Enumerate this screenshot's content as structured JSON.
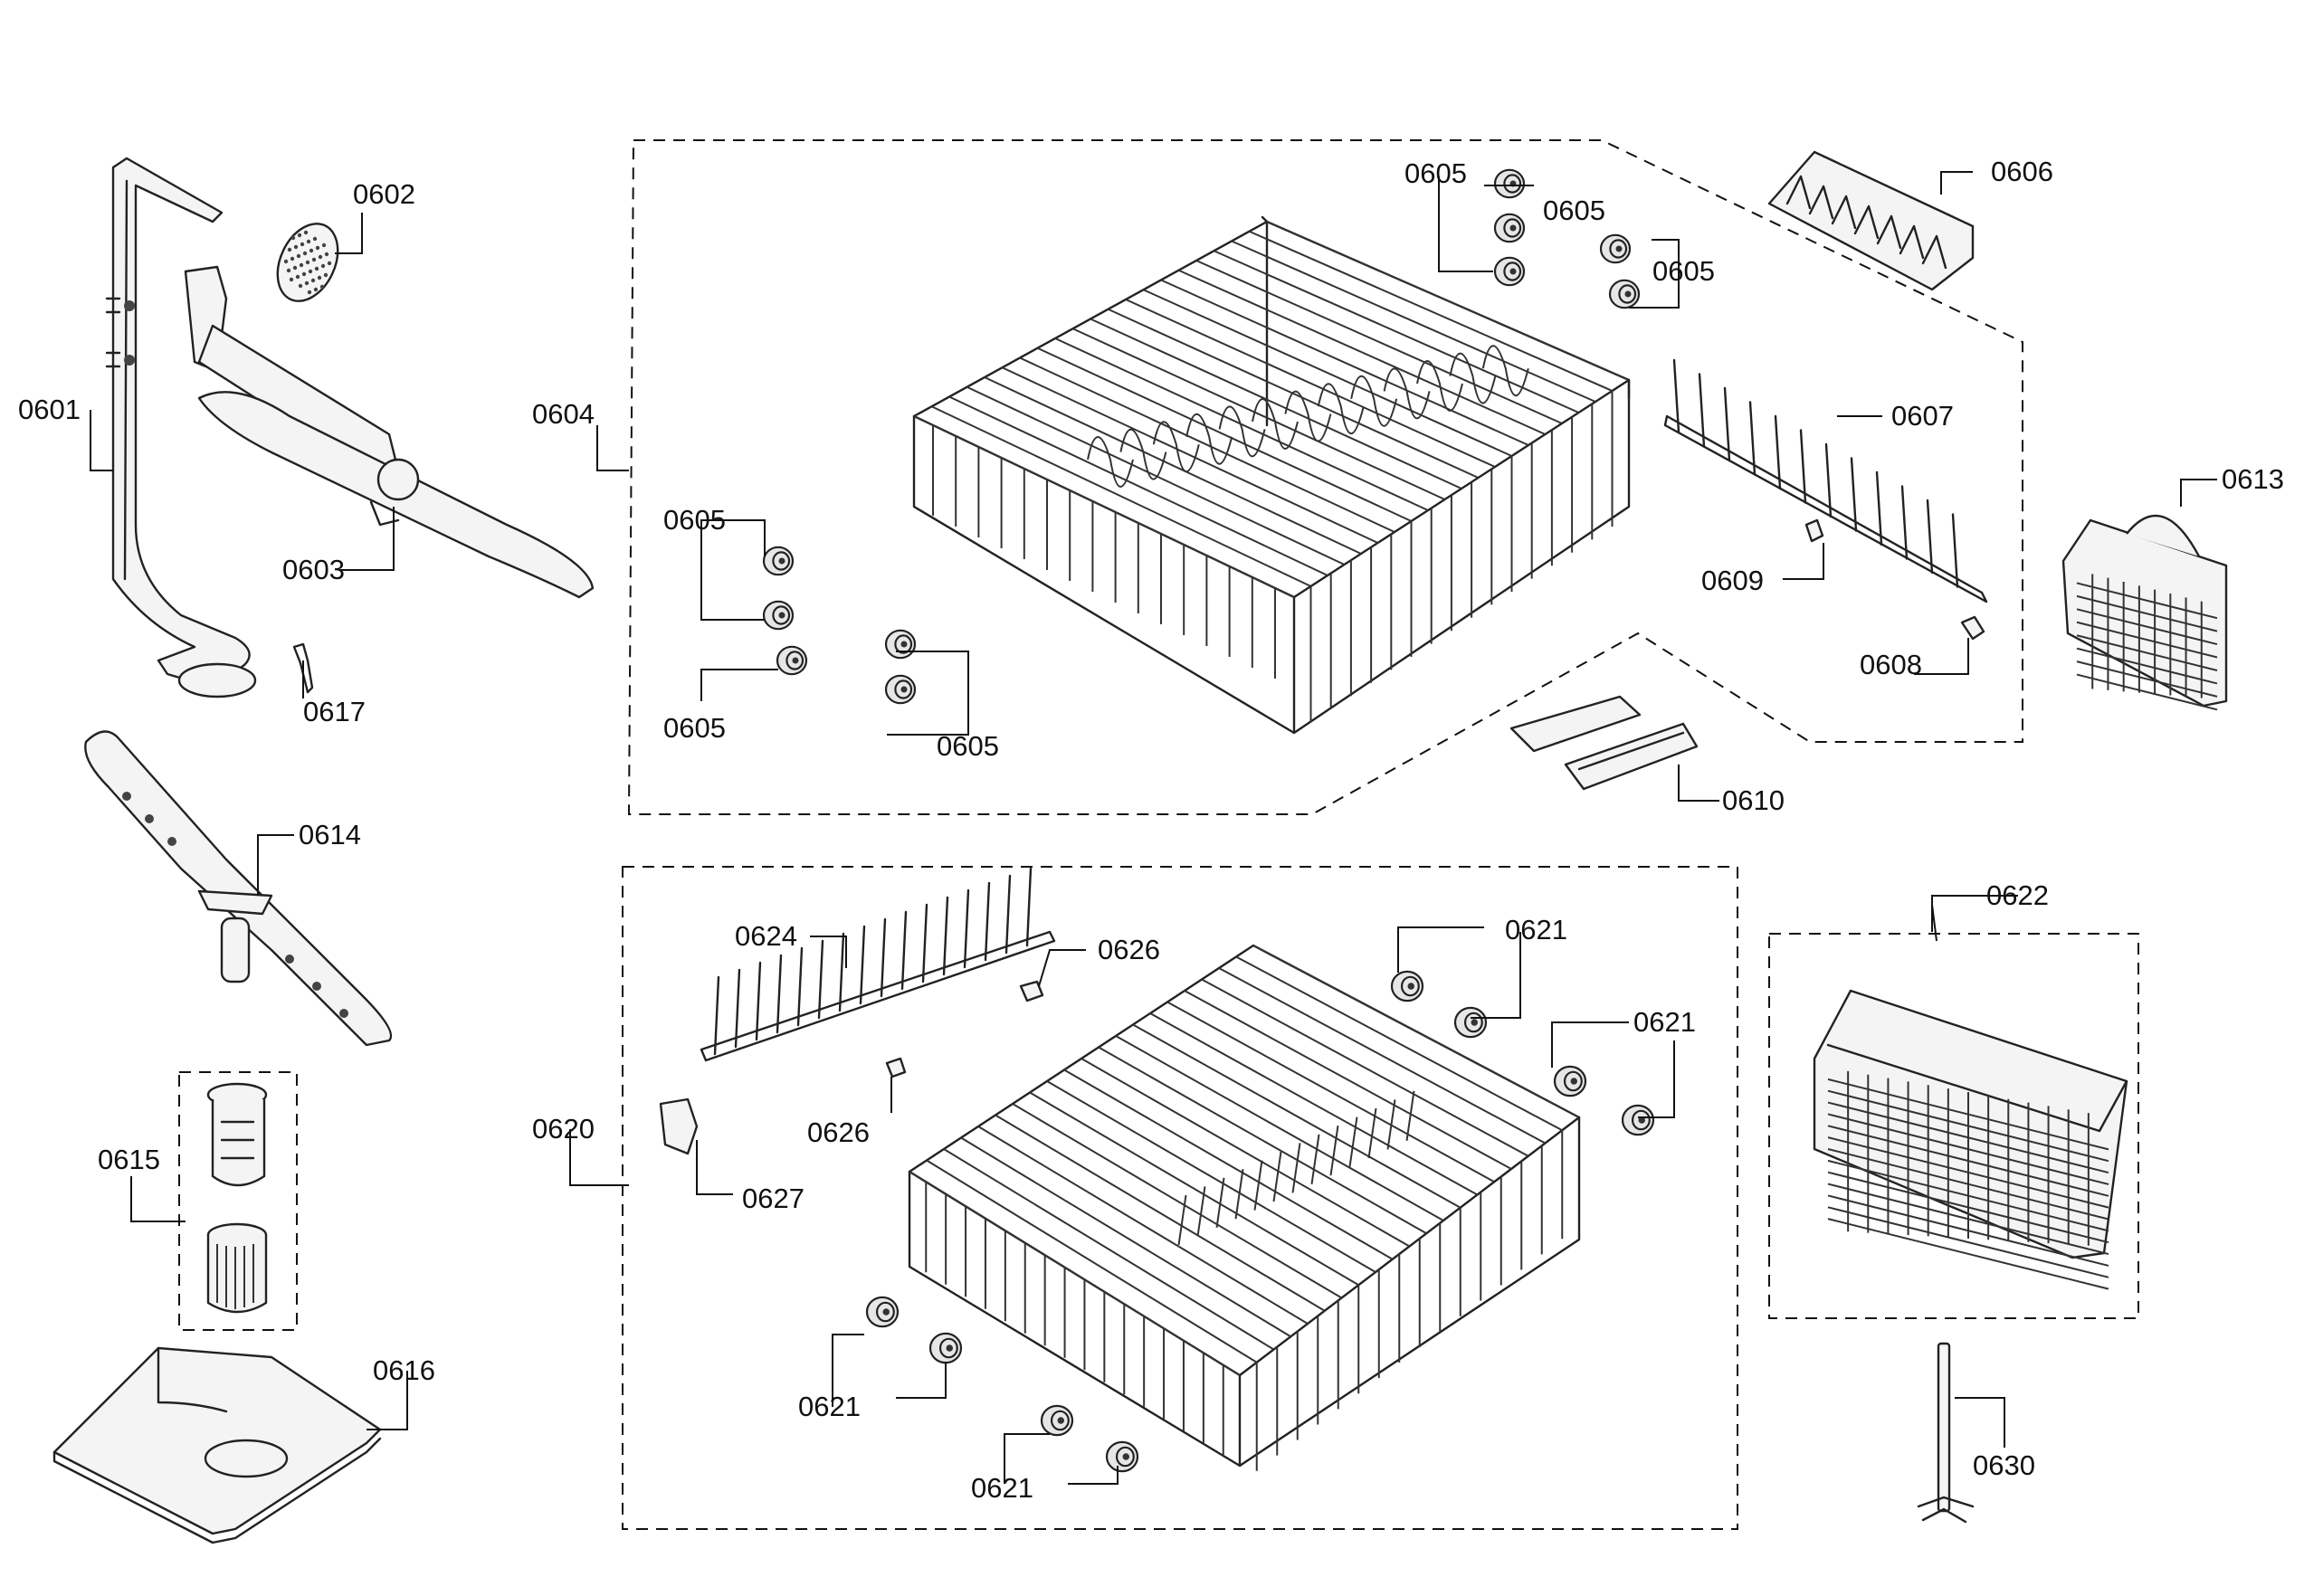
{
  "labels": {
    "p0601": "0601",
    "p0602": "0602",
    "p0603": "0603",
    "p0604": "0604",
    "p0605": "0605",
    "p0606": "0606",
    "p0607": "0607",
    "p0608": "0608",
    "p0609": "0609",
    "p0610": "0610",
    "p0613": "0613",
    "p0614": "0614",
    "p0615": "0615",
    "p0616": "0616",
    "p0617": "0617",
    "p0620": "0620",
    "p0621": "0621",
    "p0622": "0622",
    "p0624": "0624",
    "p0626": "0626",
    "p0627": "0627",
    "p0630": "0630"
  }
}
